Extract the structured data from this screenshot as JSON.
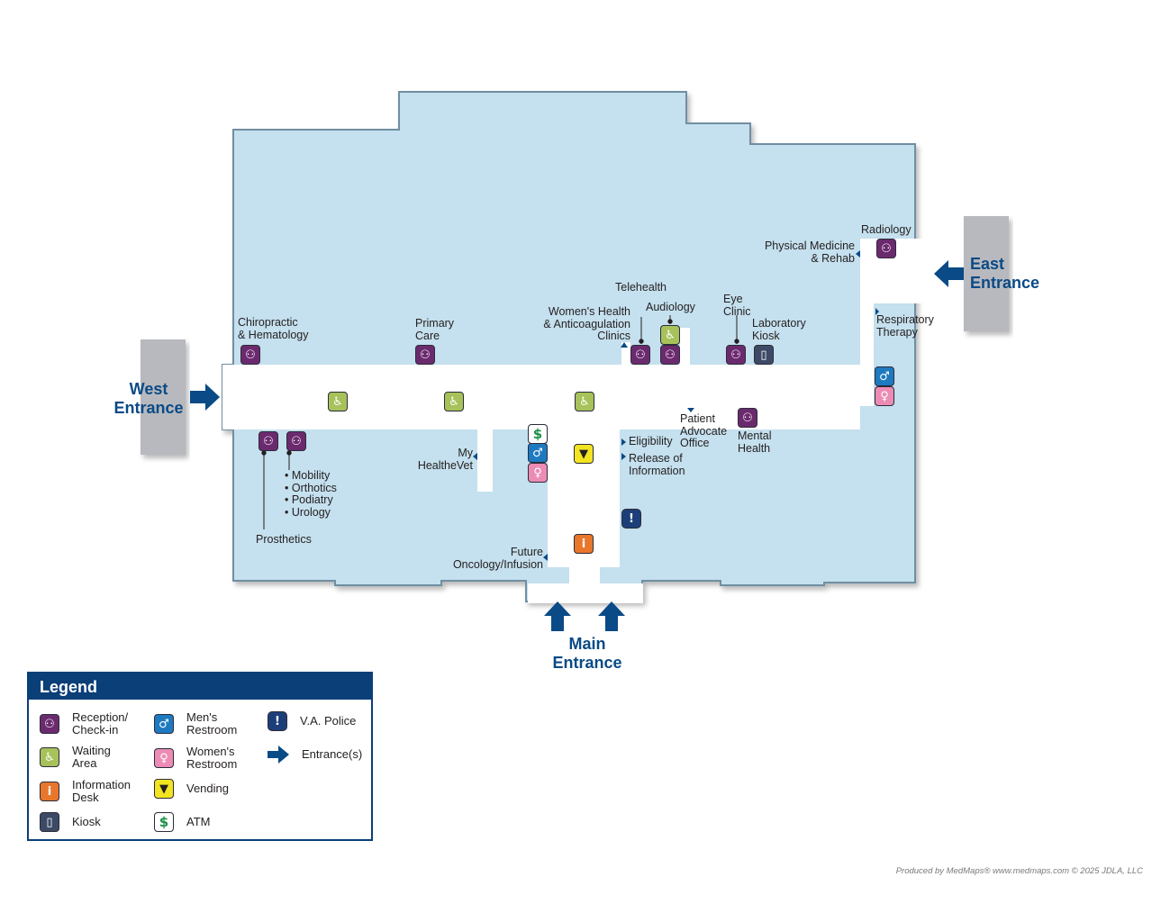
{
  "entrances": {
    "west": "West\nEntrance",
    "east": "East\nEntrance",
    "main": "Main\nEntrance"
  },
  "labels": {
    "chiropractic": "Chiropractic\n& Hematology",
    "primary_care": "Primary\nCare",
    "womens_health": "Women's Health\n& Anticoagulation\nClinics",
    "telehealth": "Telehealth",
    "audiology": "Audiology",
    "eye_clinic": "Eye\nClinic",
    "lab_kiosk": "Laboratory\nKiosk",
    "radiology": "Radiology",
    "pmr": "Physical Medicine\n& Rehab",
    "respiratory": "Respiratory\nTherapy",
    "patient_advocate": "Patient\nAdvocate\nOffice",
    "mental_health": "Mental\nHealth",
    "eligibility": "Eligibility",
    "release": "Release of\nInformation",
    "my_healthevet": "My\nHealtheVet",
    "mobility_list": "• Mobility\n• Orthotics\n• Podiatry\n• Urology",
    "prosthetics": "Prosthetics",
    "oncology": "Future\nOncology/Infusion"
  },
  "icons": {
    "reception": "reception-icon",
    "waiting": "waiting-area-icon",
    "mens_restroom": "mens-restroom-icon",
    "womens_restroom": "womens-restroom-icon",
    "vending": "vending-icon",
    "info_desk": "information-desk-icon",
    "kiosk": "kiosk-icon",
    "atm": "atm-icon",
    "police": "va-police-icon",
    "entrance": "entrance-arrow-icon"
  },
  "legend": {
    "title": "Legend",
    "items": [
      {
        "label": "Reception/\nCheck-in",
        "icon": "reception-icon"
      },
      {
        "label": "Waiting\nArea",
        "icon": "waiting-area-icon"
      },
      {
        "label": "Information\nDesk",
        "icon": "information-desk-icon"
      },
      {
        "label": "Kiosk",
        "icon": "kiosk-icon"
      },
      {
        "label": "Men's\nRestroom",
        "icon": "mens-restroom-icon"
      },
      {
        "label": "Women's\nRestroom",
        "icon": "womens-restroom-icon"
      },
      {
        "label": "Vending",
        "icon": "vending-icon"
      },
      {
        "label": "ATM",
        "icon": "atm-icon"
      },
      {
        "label": "V.A. Police",
        "icon": "va-police-icon"
      },
      {
        "label": "Entrance(s)",
        "icon": "entrance-arrow-icon"
      }
    ]
  },
  "credit": "Produced by MedMaps®  www.medmaps.com   © 2025 JDLA, LLC",
  "colors": {
    "building": "#c5e0ee",
    "building_edge": "#6f8fa2",
    "corridor": "#ffffff",
    "entry_block": "#b8b9be",
    "entrance_text": "#0a4a86",
    "arrow": "#0a4a86",
    "legend_header": "#0a3f78"
  }
}
